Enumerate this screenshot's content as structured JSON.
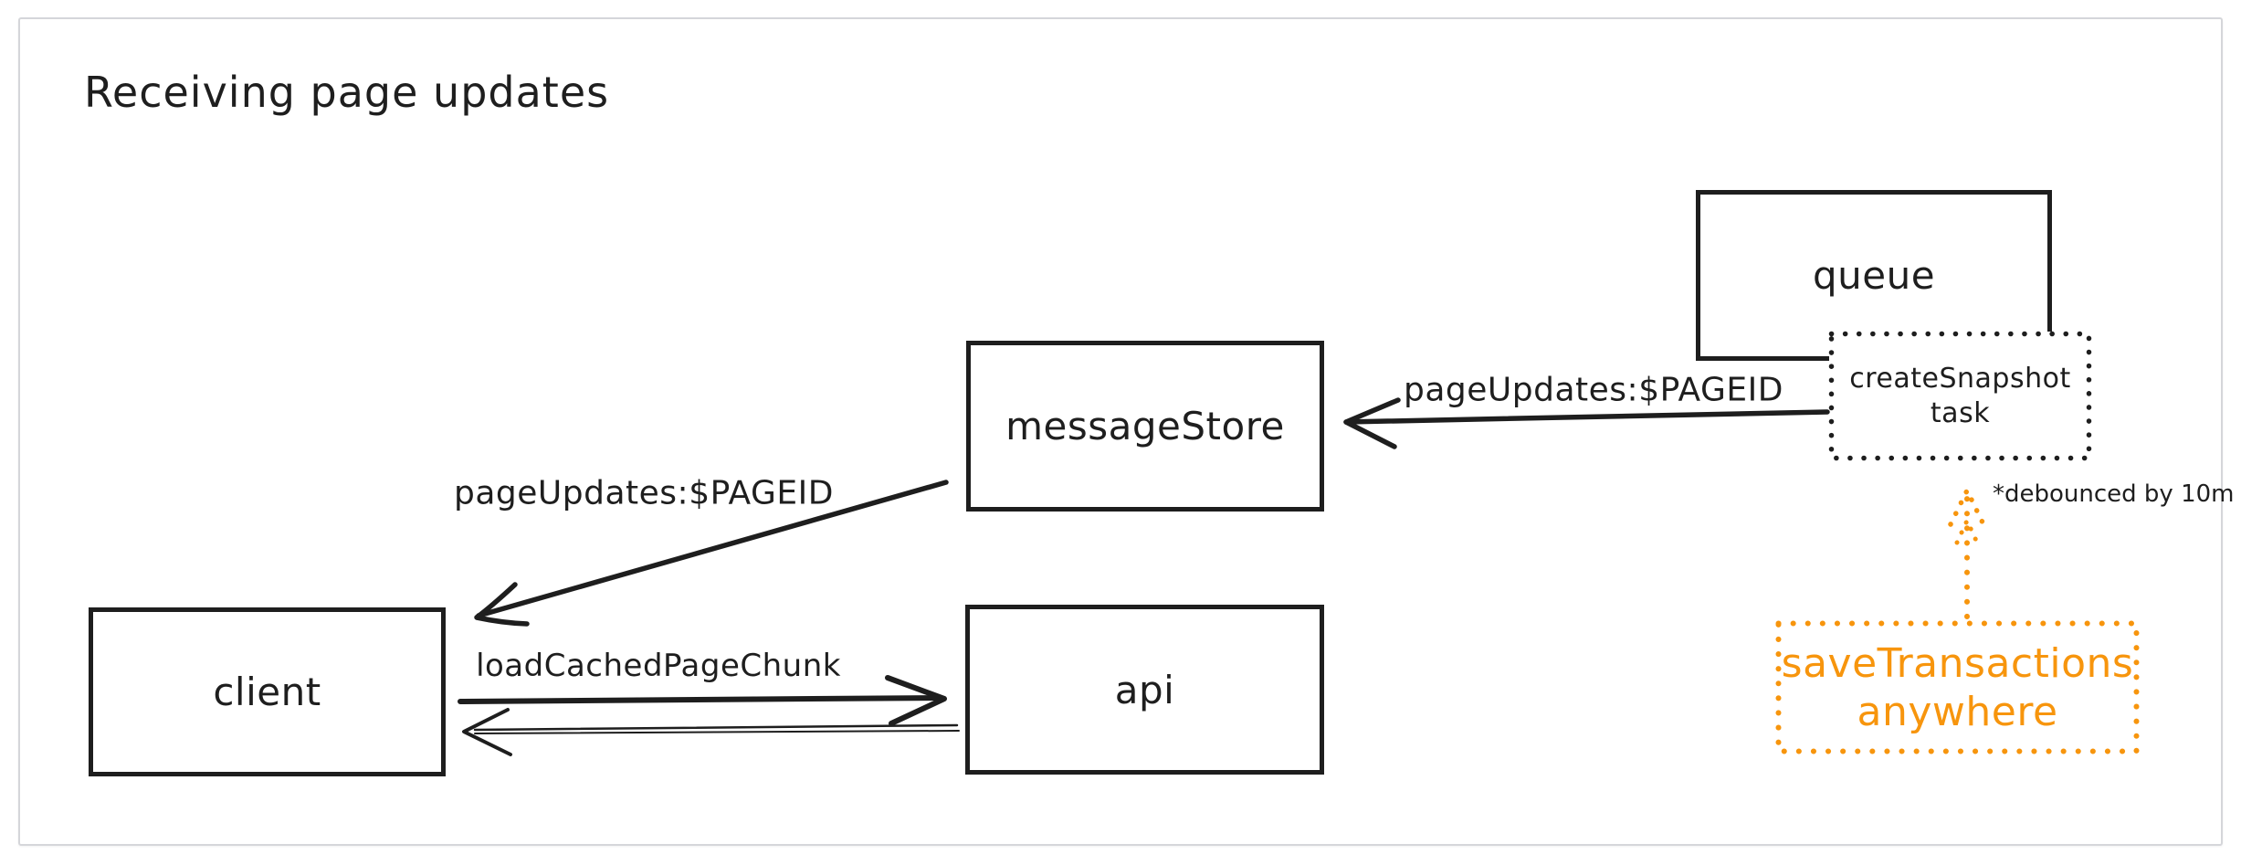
{
  "title": "Receiving page updates",
  "colors": {
    "stroke": "#1e1e1e",
    "orange": "#f7950d",
    "frame": "#d5d6da",
    "bg": "#ffffff"
  },
  "boxes": {
    "queue": {
      "label": "queue",
      "style": "solid"
    },
    "message_store": {
      "label": "messageStore",
      "style": "solid"
    },
    "client": {
      "label": "client",
      "style": "solid"
    },
    "api": {
      "label": "api",
      "style": "solid"
    },
    "create_snapshot": {
      "line1": "createSnapshot",
      "line2": "task",
      "style": "dotted-black"
    },
    "save_transactions": {
      "line1": "saveTransactions",
      "line2": "anywhere",
      "style": "dotted-orange"
    }
  },
  "edges": {
    "snapshot_to_message_store": {
      "label": "pageUpdates:$PAGEID",
      "direction": "left"
    },
    "message_store_to_client": {
      "label": "pageUpdates:$PAGEID",
      "direction": "down-left"
    },
    "client_to_api": {
      "label": "loadCachedPageChunk",
      "direction": "right"
    },
    "api_to_client": {
      "direction": "left"
    },
    "save_transactions_to_snapshot": {
      "direction": "up",
      "style": "dotted-orange"
    }
  },
  "annotations": {
    "debounce_note": "*debounced by 10m"
  }
}
